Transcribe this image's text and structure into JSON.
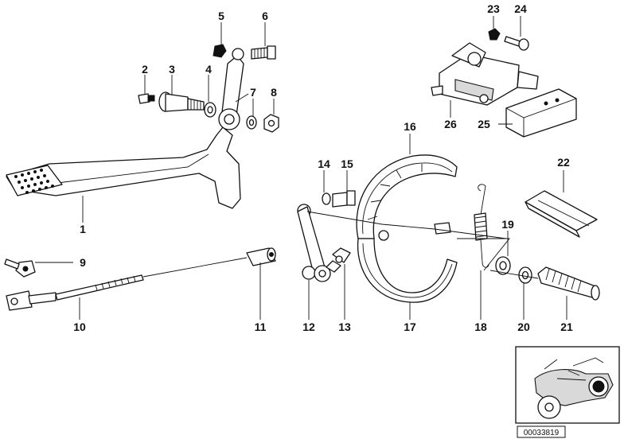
{
  "diagram": {
    "reference_number": "00033819",
    "callouts": [
      {
        "id": "1",
        "text": "1"
      },
      {
        "id": "2",
        "text": "2"
      },
      {
        "id": "3",
        "text": "3"
      },
      {
        "id": "4",
        "text": "4"
      },
      {
        "id": "5",
        "text": "5"
      },
      {
        "id": "6",
        "text": "6"
      },
      {
        "id": "7",
        "text": "7"
      },
      {
        "id": "8",
        "text": "8"
      },
      {
        "id": "9",
        "text": "9"
      },
      {
        "id": "10",
        "text": "10"
      },
      {
        "id": "11",
        "text": "11"
      },
      {
        "id": "12",
        "text": "12"
      },
      {
        "id": "13",
        "text": "13"
      },
      {
        "id": "14",
        "text": "14"
      },
      {
        "id": "15",
        "text": "15"
      },
      {
        "id": "16",
        "text": "16"
      },
      {
        "id": "17",
        "text": "17"
      },
      {
        "id": "18",
        "text": "18"
      },
      {
        "id": "19",
        "text": "19"
      },
      {
        "id": "20",
        "text": "20"
      },
      {
        "id": "21",
        "text": "21"
      },
      {
        "id": "22",
        "text": "22"
      },
      {
        "id": "23",
        "text": "23"
      },
      {
        "id": "24",
        "text": "24"
      },
      {
        "id": "25",
        "text": "25"
      },
      {
        "id": "26",
        "text": "26"
      }
    ]
  }
}
